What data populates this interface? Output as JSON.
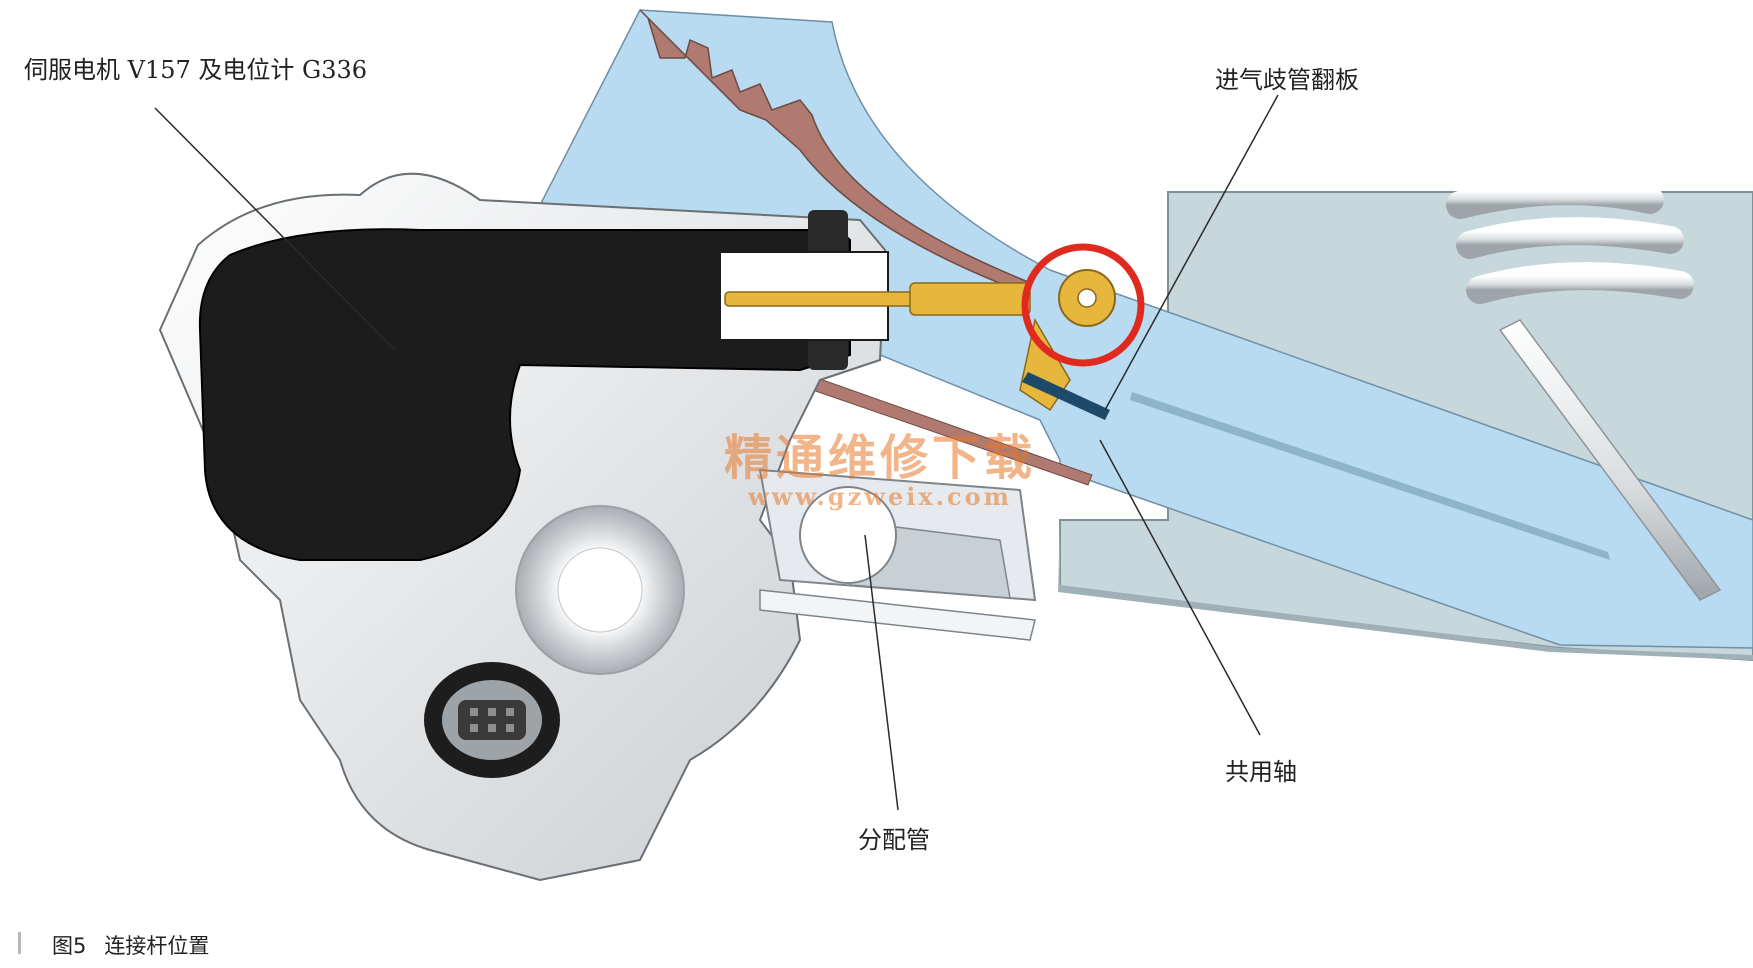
{
  "labels": {
    "servo_motor": "伺服电机 V157 及电位计 G336",
    "intake_flap": "进气歧管翻板",
    "common_shaft": "共用轴",
    "distribution_pipe": "分配管"
  },
  "caption": {
    "figure_number": "图5",
    "title": "连接杆位置"
  },
  "watermark": {
    "title": "精通维修下载",
    "url": "www.gzweix.com"
  },
  "colors": {
    "intake_blue": "#b9dbf1",
    "housing_gray": "#c7d8dd",
    "motor_black": "#1c1c1c",
    "bracket_white": "#f1f3f4",
    "linkage_yellow": "#e7b63d",
    "highlight_circle": "#e12a1f",
    "gasket_brown": "#b07a70"
  }
}
